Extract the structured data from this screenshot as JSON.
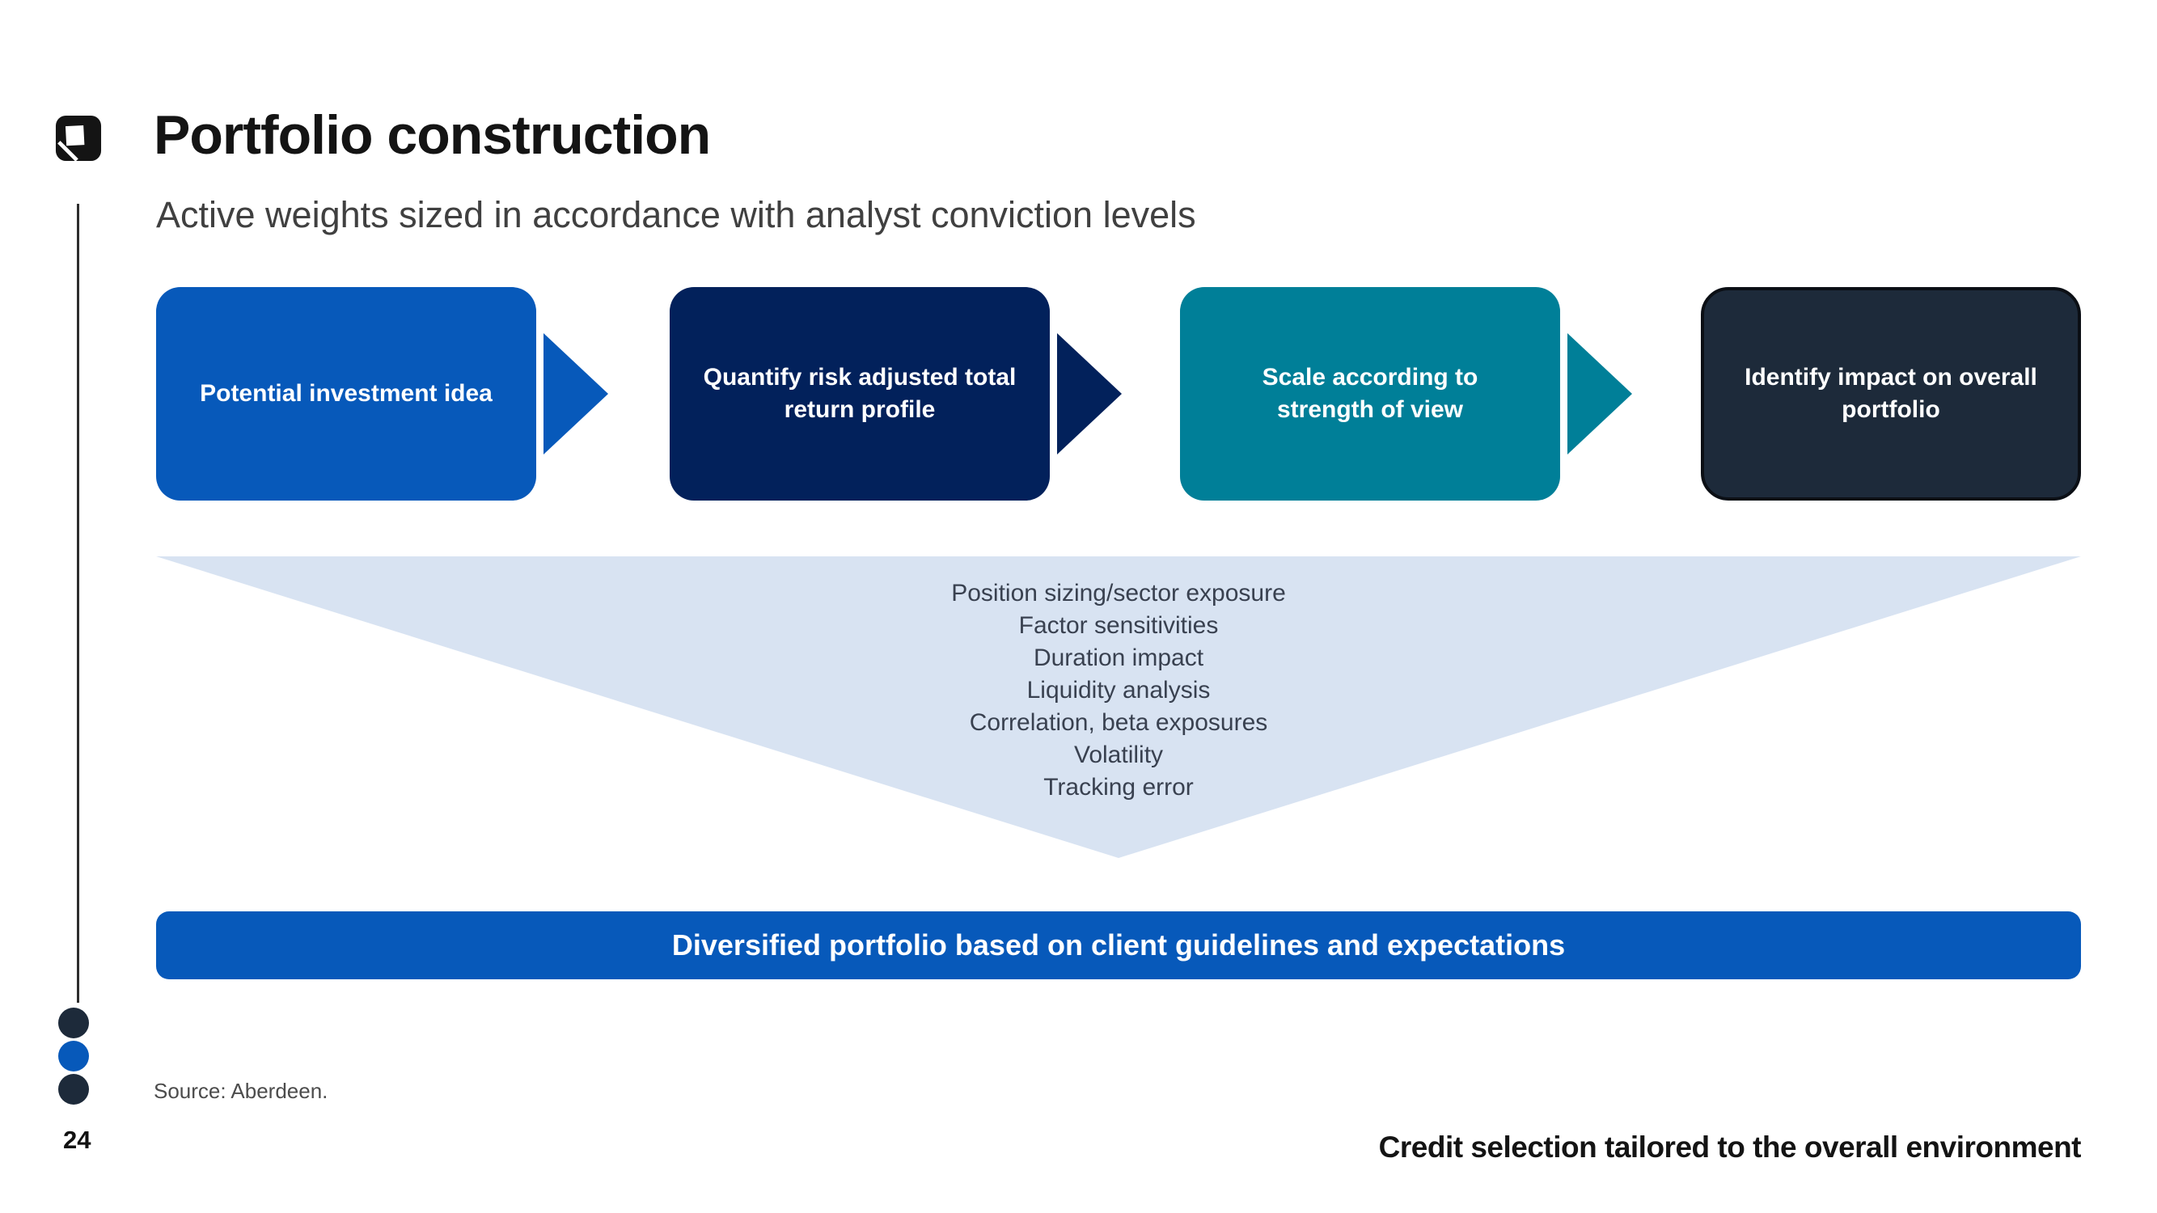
{
  "slide": {
    "title": "Portfolio construction",
    "subtitle": "Active weights sized in accordance with analyst conviction levels",
    "logo_icon": "aberdeen-a-logo",
    "page_number": "24",
    "source_note": "Source: Aberdeen.",
    "footer_tagline": "Credit selection tailored to the overall environment"
  },
  "process_steps": [
    {
      "label": "Potential investment idea",
      "color": "#0759BA"
    },
    {
      "label": "Quantify risk adjusted total return profile",
      "color": "#02215B"
    },
    {
      "label": "Scale according to strength of view",
      "color": "#007F98"
    },
    {
      "label": "Identify impact on overall portfolio",
      "color": "#1D2A3A"
    }
  ],
  "funnel": {
    "fill_color": "#D8E3F2",
    "items": [
      "Position sizing/sector exposure",
      "Factor sensitivities",
      "Duration impact",
      "Liquidity analysis",
      "Correlation, beta exposures",
      "Volatility",
      "Tracking error"
    ]
  },
  "banner": {
    "label": "Diversified portfolio based on client guidelines and expectations",
    "color": "#0759BA"
  },
  "colors": {
    "primary_blue": "#0759BA",
    "navy": "#02215B",
    "teal": "#007F98",
    "dark_navy": "#1D2A3A",
    "funnel_fill": "#D8E3F2",
    "text_dark": "#141414"
  }
}
